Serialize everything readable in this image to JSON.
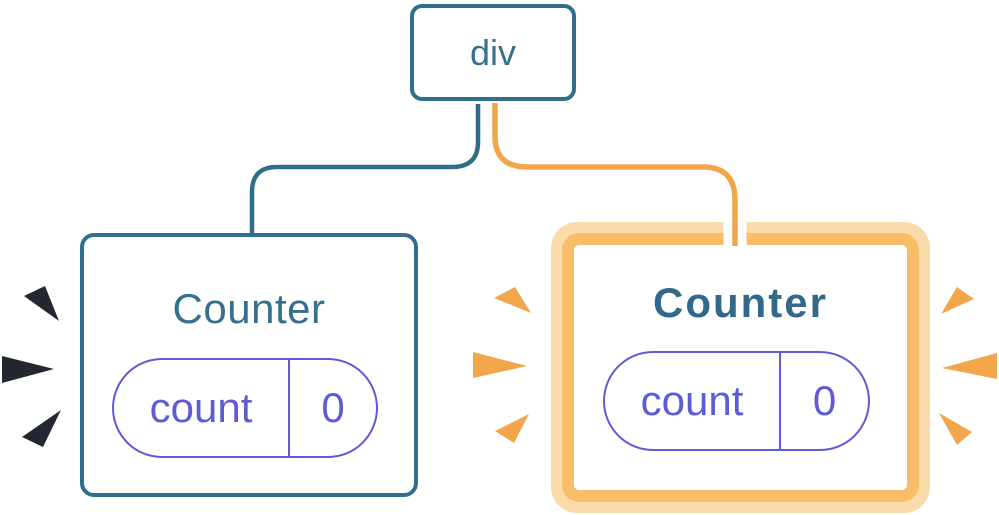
{
  "diagram": {
    "description": "React component tree: a div root with two Counter children; the second Counter is highlighted after a state update",
    "root_node": {
      "label": "div"
    },
    "children": [
      {
        "title": "Counter",
        "highlighted": false,
        "state_pill": {
          "key": "count",
          "value": "0"
        }
      },
      {
        "title": "Counter",
        "highlighted": true,
        "state_pill": {
          "key": "count",
          "value": "0"
        }
      }
    ],
    "colors": {
      "node_border_blue": "#316D8D",
      "node_text_blue": "#35708E",
      "connector_blue": "#2E6D8E",
      "connector_orange": "#F2A64B",
      "connector_casing": "#FFFFFF",
      "highlight_ring_pale": "#FBDBA9",
      "highlight_ring_orange": "#F8BD68",
      "state_pill_purple": "#5D5BD5",
      "burst_dark": "#23272F",
      "burst_orange": "#F2A64B",
      "background": "#FFFFFF"
    },
    "icons": [
      "burst-left-icon",
      "burst-middle-icon",
      "burst-right-icon"
    ]
  }
}
